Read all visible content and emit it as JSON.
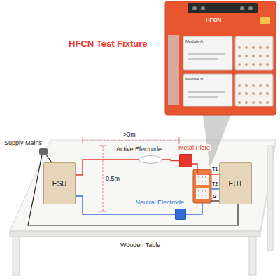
{
  "diagram": {
    "title": "HFCN Test Fixture",
    "nodes": [
      {
        "text": [
          "ESU"
        ]
      },
      {
        "text": [
          "Active Electrode"
        ]
      },
      {
        "text": [
          "Metal Plate"
        ]
      },
      {
        "text": [
          "Neutral Electrode"
        ]
      },
      {
        "text": [
          "EUT"
        ]
      }
    ],
    "edges": [
      {
        "from": 0,
        "to": 1,
        "arrow": "none"
      },
      {
        "from": 1,
        "to": 2,
        "arrow": "none"
      },
      {
        "from": 0,
        "to": 3,
        "arrow": "none"
      }
    ],
    "labels": [
      "Supply Mains",
      ">3m",
      "0.5m",
      "T1",
      "T2",
      "G",
      "Wooden Table",
      "HFCN",
      "Module A",
      "Module B"
    ]
  }
}
